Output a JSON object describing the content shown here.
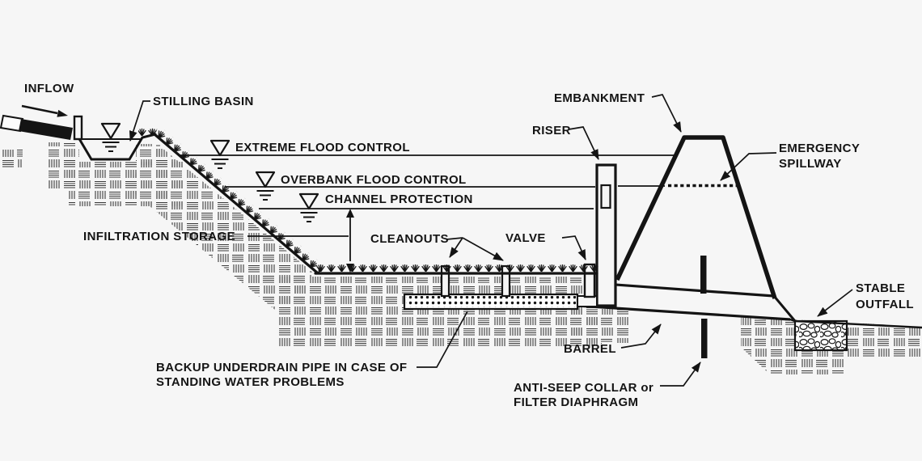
{
  "diagram": {
    "background_color": "#f6f6f6",
    "ink_color": "#141414"
  },
  "labels": {
    "inflow": "INFLOW",
    "stilling_basin": "STILLING BASIN",
    "extreme_flood_control": "EXTREME FLOOD CONTROL",
    "overbank_flood_control": "OVERBANK FLOOD CONTROL",
    "channel_protection": "CHANNEL PROTECTION",
    "infiltration_storage": "INFILTRATION STORAGE",
    "cleanouts": "CLEANOUTS",
    "valve": "VALVE",
    "riser": "RISER",
    "embankment": "EMBANKMENT",
    "emergency_spillway_line1": "EMERGENCY",
    "emergency_spillway_line2": "SPILLWAY",
    "stable_outfall_line1": "STABLE",
    "stable_outfall_line2": "OUTFALL",
    "barrel": "BARREL",
    "anti_seep_line1": "ANTI-SEEP COLLAR or",
    "anti_seep_line2": "FILTER DIAPHRAGM",
    "backup_underdrain_line1": "BACKUP UNDERDRAIN PIPE IN CASE OF",
    "backup_underdrain_line2": "STANDING WATER PROBLEMS"
  }
}
